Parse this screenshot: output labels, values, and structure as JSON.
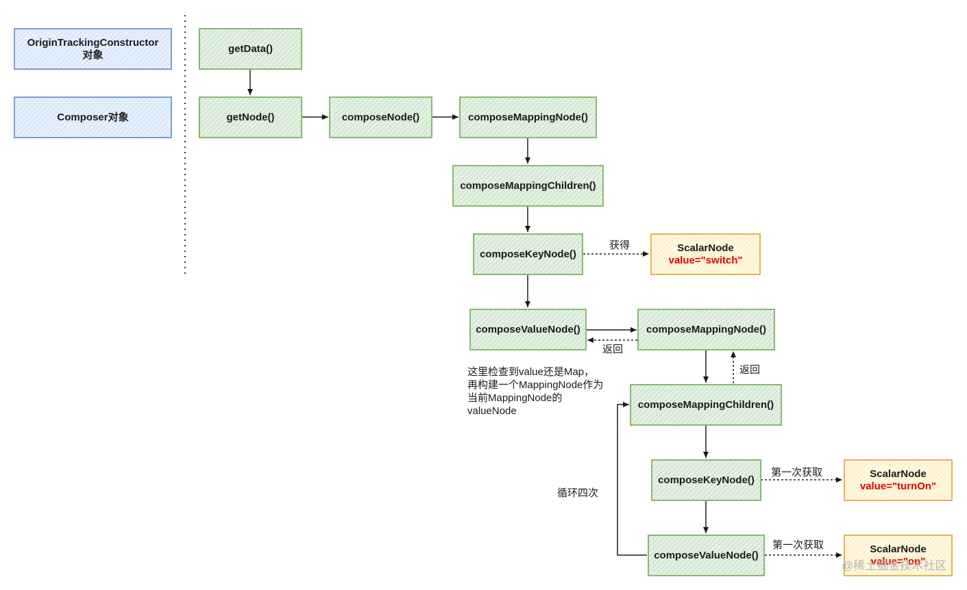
{
  "legend": {
    "origin_title": "OriginTrackingConstructor",
    "origin_subtitle": "对象",
    "composer": "Composer对象"
  },
  "nodes": {
    "get_data": "getData()",
    "get_node": "getNode()",
    "compose_node": "composeNode()",
    "compose_mapping_node_1": "composeMappingNode()",
    "compose_mapping_children_1": "composeMappingChildren()",
    "compose_key_node_1": "composeKeyNode()",
    "compose_value_node_1": "composeValueNode()",
    "compose_mapping_node_2": "composeMappingNode()",
    "compose_mapping_children_2": "composeMappingChildren()",
    "compose_key_node_2": "composeKeyNode()",
    "compose_value_node_2": "composeValueNode()"
  },
  "scalars": {
    "switch": {
      "title": "ScalarNode",
      "value": "value=\"switch\""
    },
    "turn_on": {
      "title": "ScalarNode",
      "value": "value=\"turnOn\""
    },
    "on": {
      "title": "ScalarNode",
      "value": "value=\"on\""
    }
  },
  "edge_labels": {
    "obtain": "获得",
    "return_1": "返回",
    "return_2": "返回",
    "first_obtain_1": "第一次获取",
    "first_obtain_2": "第一次获取",
    "loop_four": "循环四次"
  },
  "note": "这里检查到value还是Map，再构建一个MappingNode作为当前MappingNode的valueNode",
  "watermark": "@稀土掘金技术社区",
  "colors": {
    "legend_fill": "#dae8fc",
    "legend_border": "#7e9dcf",
    "func_fill": "#d5e8d4",
    "func_border": "#86b96f",
    "scalar_fill": "#fff2cc",
    "scalar_border": "#e0b74f",
    "value_text": "#e00000"
  }
}
